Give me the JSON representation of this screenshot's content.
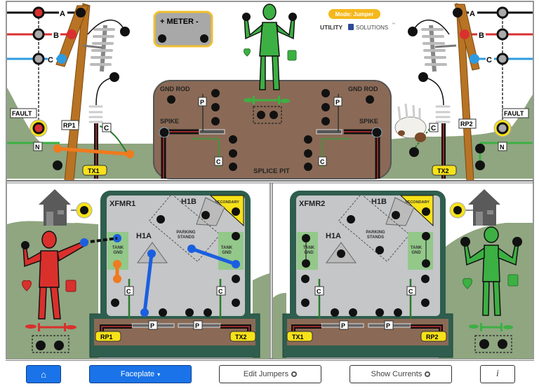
{
  "header": {
    "mode_badge": "Mode: Jumper",
    "brand": {
      "left": "UTILITY",
      "right": "SOLUTIONS",
      "mark": "™"
    }
  },
  "top_scene": {
    "meter": {
      "label": "+ METER -"
    },
    "phases": [
      "A",
      "B",
      "C"
    ],
    "left_pole": {
      "label": "RP1",
      "transformer": "TX1",
      "fault": "FAULT",
      "neutral": "N",
      "cable_tag": "C"
    },
    "right_pole": {
      "label": "RP2",
      "transformer": "TX2",
      "fault": "FAULT",
      "neutral": "N",
      "cable_tag": "C"
    },
    "splice_pit": {
      "title": "SPLICE PIT",
      "gnd_rod_left": "GND ROD",
      "gnd_rod_right": "GND ROD",
      "spike_left": "SPIKE",
      "spike_right": "SPIKE",
      "p_tag": "P",
      "c_tag": "C"
    }
  },
  "xfmr1": {
    "title": "XFMR1",
    "h1a": "H1A",
    "h1b": "H1B",
    "secondary": "SECONDARY",
    "parking": [
      "PARKING",
      "STANDS"
    ],
    "tank_gnd": [
      "TANK",
      "GND"
    ],
    "c_tag": "C",
    "p_tag": "P",
    "left_cable": "RP1",
    "right_cable": "TX2"
  },
  "xfmr2": {
    "title": "XFMR2",
    "h1a": "H1A",
    "h1b": "H1B",
    "secondary": "SECONDARY",
    "parking": [
      "PARKING",
      "STANDS"
    ],
    "tank_gnd": [
      "TANK",
      "GND"
    ],
    "c_tag": "C",
    "p_tag": "P",
    "left_cable": "TX1",
    "right_cable": "RP2"
  },
  "colors": {
    "phase_a": "#111111",
    "phase_b": "#d93030",
    "phase_c": "#2e9be0",
    "ground": "#8fa680",
    "pit": "#8a6a56",
    "xfmr_body": "#2f5e4e",
    "faceplate": "#c4c6c8",
    "person_safe": "#3cb043",
    "person_shocked": "#d9302c",
    "jumper_blue": "#1a5fe0",
    "jumper_orange": "#f07a1e",
    "accent_yellow": "#f7e21a",
    "primary_button": "#1a73e8"
  },
  "toolbar": {
    "home_icon": "⌂",
    "faceplate_label": "Faceplate",
    "faceplate_caret": "▾",
    "edit_jumpers_label": "Edit Jumpers",
    "show_currents_label": "Show Currents",
    "info_label": "i"
  }
}
